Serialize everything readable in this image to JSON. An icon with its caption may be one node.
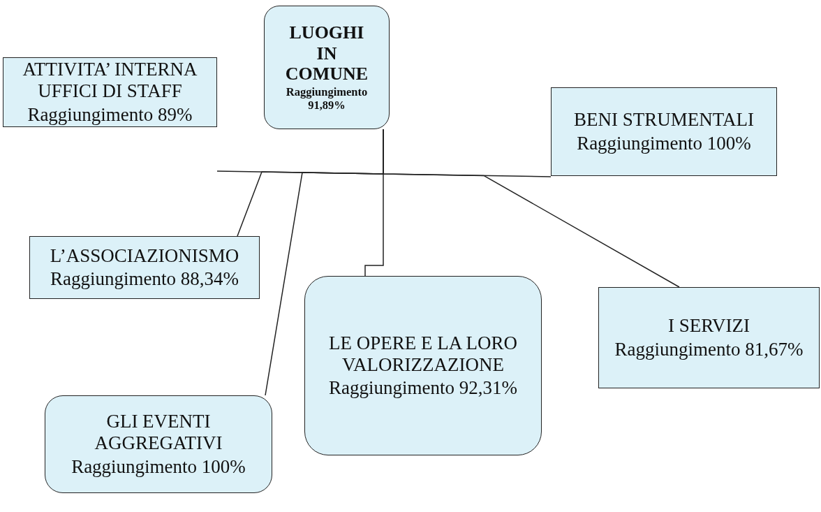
{
  "diagram": {
    "nodes": [
      {
        "text": [
          "LUOGHI IN COMUNE",
          "Raggiungimento 91,89%"
        ]
      },
      {
        "text": [
          "ATTIVITA’ INTERNA UFFICI DI STAFF",
          "Raggiungimento 89%"
        ]
      },
      {
        "text": [
          "BENI STRUMENTALI",
          "Raggiungimento 100%"
        ]
      },
      {
        "text": [
          "L’ASSOCIAZIONISMO",
          "Raggiungimento 88,34%"
        ]
      },
      {
        "text": [
          "LE OPERE E LA LORO VALORIZZAZIONE",
          "Raggiungimento 92,31%"
        ]
      },
      {
        "text": [
          "I SERVIZI",
          "Raggiungimento 81,67%"
        ]
      },
      {
        "text": [
          "GLI EVENTI AGGREGATIVI",
          "Raggiungimento 100%"
        ]
      }
    ],
    "edges": [
      {
        "from": 0,
        "to": 1,
        "arrow": "none"
      },
      {
        "from": 0,
        "to": 2,
        "arrow": "none"
      },
      {
        "from": 0,
        "to": 3,
        "arrow": "none"
      },
      {
        "from": 0,
        "to": 4,
        "arrow": "none"
      },
      {
        "from": 0,
        "to": 5,
        "arrow": "none"
      },
      {
        "from": 0,
        "to": 6,
        "arrow": "none"
      }
    ]
  }
}
